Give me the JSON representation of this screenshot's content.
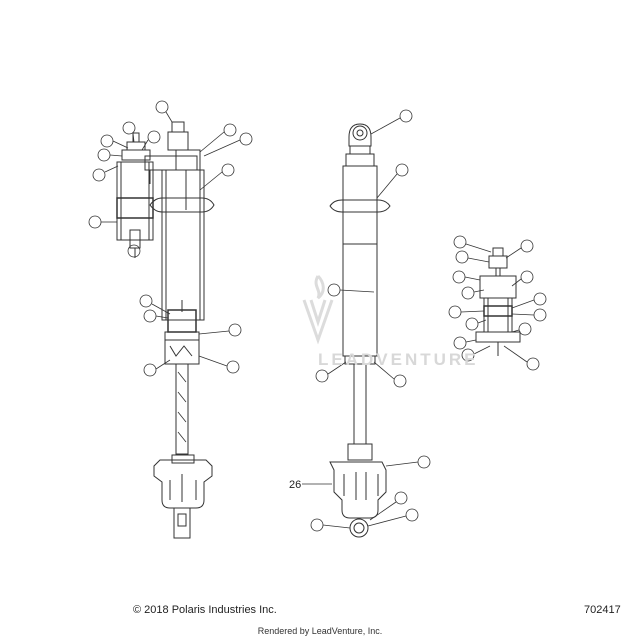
{
  "footer": {
    "copyright": "© 2018 Polaris Industries Inc.",
    "part_number": "702417",
    "rendered_by": "Rendered by LeadVenture, Inc."
  },
  "diagram": {
    "callout_label": "26",
    "watermark": {
      "brand": "LEADVENTURE",
      "icon": "leadventure-logo-icon"
    },
    "line_color": "#333333",
    "watermark_color": "#d8d8d8"
  }
}
